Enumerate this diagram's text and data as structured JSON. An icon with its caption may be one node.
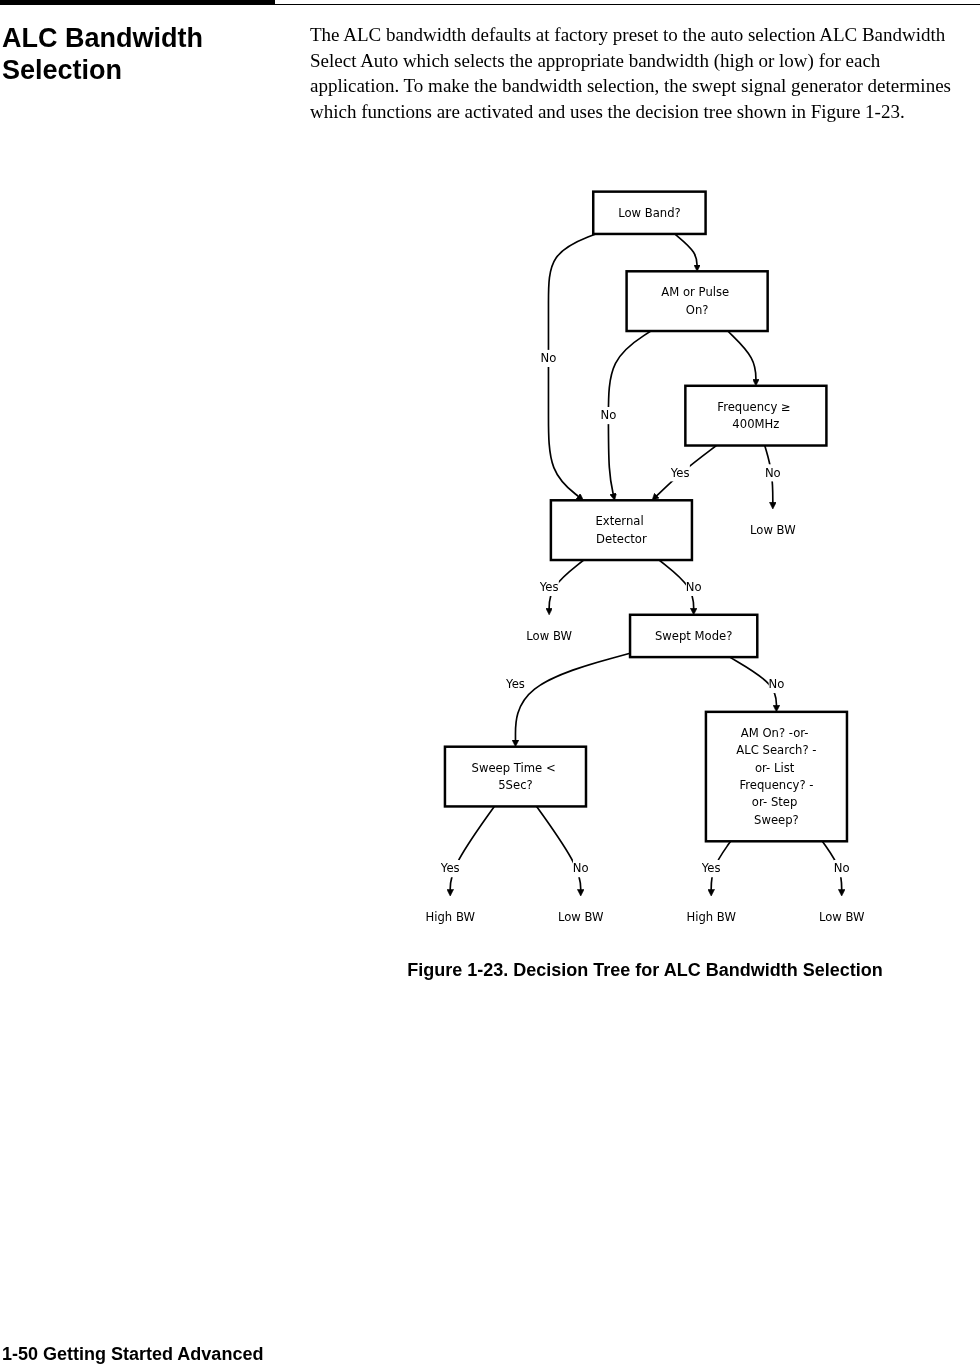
{
  "diagram": {
    "title": "ALC Bandwidth Selection",
    "caption": "Figure 1-23. Decision Tree for ALC Bandwidth Selection",
    "nodes": [
      {
        "text": [
          "Low Band?"
        ]
      },
      {
        "text": [
          "AM or Pulse On?"
        ]
      },
      {
        "text": [
          "Frequency ≥ 400MHz"
        ]
      },
      {
        "text": [
          "Low BW"
        ]
      },
      {
        "text": [
          "External Detector"
        ]
      },
      {
        "text": [
          "Low BW"
        ]
      },
      {
        "text": [
          "Swept Mode?"
        ]
      },
      {
        "text": [
          "Sweep Time < 5Sec?"
        ]
      },
      {
        "text": [
          "High BW"
        ]
      },
      {
        "text": [
          "Low BW"
        ]
      },
      {
        "text": [
          "AM On? -or- ALC Search? -or- List Frequency? -or- Step Sweep?"
        ]
      },
      {
        "text": [
          "High BW"
        ]
      },
      {
        "text": [
          "Low BW"
        ]
      }
    ],
    "edges": [
      {
        "from": 0,
        "to": 4,
        "arrow": "to",
        "label": "No"
      },
      {
        "from": 0,
        "to": 1,
        "arrow": "to"
      },
      {
        "from": 1,
        "to": 4,
        "arrow": "to",
        "label": "No"
      },
      {
        "from": 1,
        "to": 2,
        "arrow": "to"
      },
      {
        "from": 2,
        "to": 4,
        "arrow": "to",
        "label": "Yes"
      },
      {
        "from": 2,
        "to": 3,
        "arrow": "to",
        "label": "No"
      },
      {
        "from": 4,
        "to": 5,
        "arrow": "to",
        "label": "Yes"
      },
      {
        "from": 4,
        "to": 6,
        "arrow": "to",
        "label": "No"
      },
      {
        "from": 6,
        "to": 7,
        "arrow": "to",
        "label": "Yes"
      },
      {
        "from": 7,
        "to": 8,
        "arrow": "to",
        "label": "Yes"
      },
      {
        "from": 7,
        "to": 9,
        "arrow": "to",
        "label": "No"
      },
      {
        "from": 6,
        "to": 10,
        "arrow": "to",
        "label": "No"
      },
      {
        "from": 10,
        "to": 11,
        "arrow": "to",
        "label": "Yes"
      },
      {
        "from": 10,
        "to": 12,
        "arrow": "to",
        "label": "No"
      }
    ],
    "labels": [
      "The ALC bandwidth defaults at factory preset to the auto selection ALC Bandwidth Select Auto which selects the appropriate bandwidth (high or low) for each application. To make the bandwidth selection, the swept signal generator determines which functions are activated and uses the decision tree shown in Figure 1-23.",
      "1-50 Getting Started Advanced"
    ]
  }
}
